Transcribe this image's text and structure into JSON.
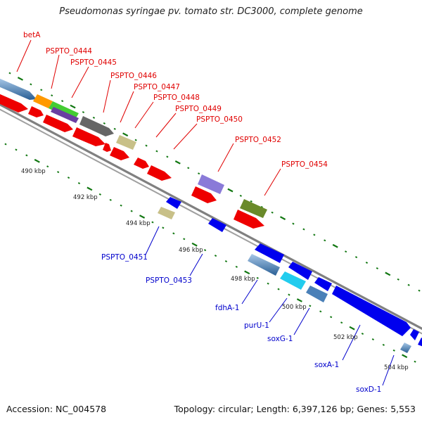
{
  "title": "Pseudomonas syringae pv. tomato str. DC3000, complete genome",
  "accession": "Accession: NC_004578",
  "topology": "Topology: circular; Length: 6,397,126 bp; Genes: 5,553",
  "ticks": [
    {
      "label": "490 kbp"
    },
    {
      "label": "492 kbp"
    },
    {
      "label": "494 kbp"
    },
    {
      "label": "496 kbp"
    },
    {
      "label": "498 kbp"
    },
    {
      "label": "500 kbp"
    },
    {
      "label": "502 kbp"
    },
    {
      "label": "504 kbp"
    }
  ],
  "labels_top": [
    {
      "text": "betA"
    },
    {
      "text": "PSPTO_0444"
    },
    {
      "text": "PSPTO_0445"
    },
    {
      "text": "PSPTO_0446"
    },
    {
      "text": "PSPTO_0447"
    },
    {
      "text": "PSPTO_0448"
    },
    {
      "text": "PSPTO_0449"
    },
    {
      "text": "PSPTO_0450"
    },
    {
      "text": "PSPTO_0452"
    },
    {
      "text": "PSPTO_0454"
    }
  ],
  "labels_bottom": [
    {
      "text": "PSPTO_0451"
    },
    {
      "text": "PSPTO_0453"
    },
    {
      "text": "fdhA-1"
    },
    {
      "text": "purU-1"
    },
    {
      "text": "soxG-1"
    },
    {
      "text": "soxA-1"
    },
    {
      "text": "soxD-1"
    }
  ],
  "colors": {
    "forward_strand": "#ee0000",
    "reverse_strand": "#0000ee",
    "backbone": "#8a8a8a",
    "tick_mark": "#117711"
  }
}
